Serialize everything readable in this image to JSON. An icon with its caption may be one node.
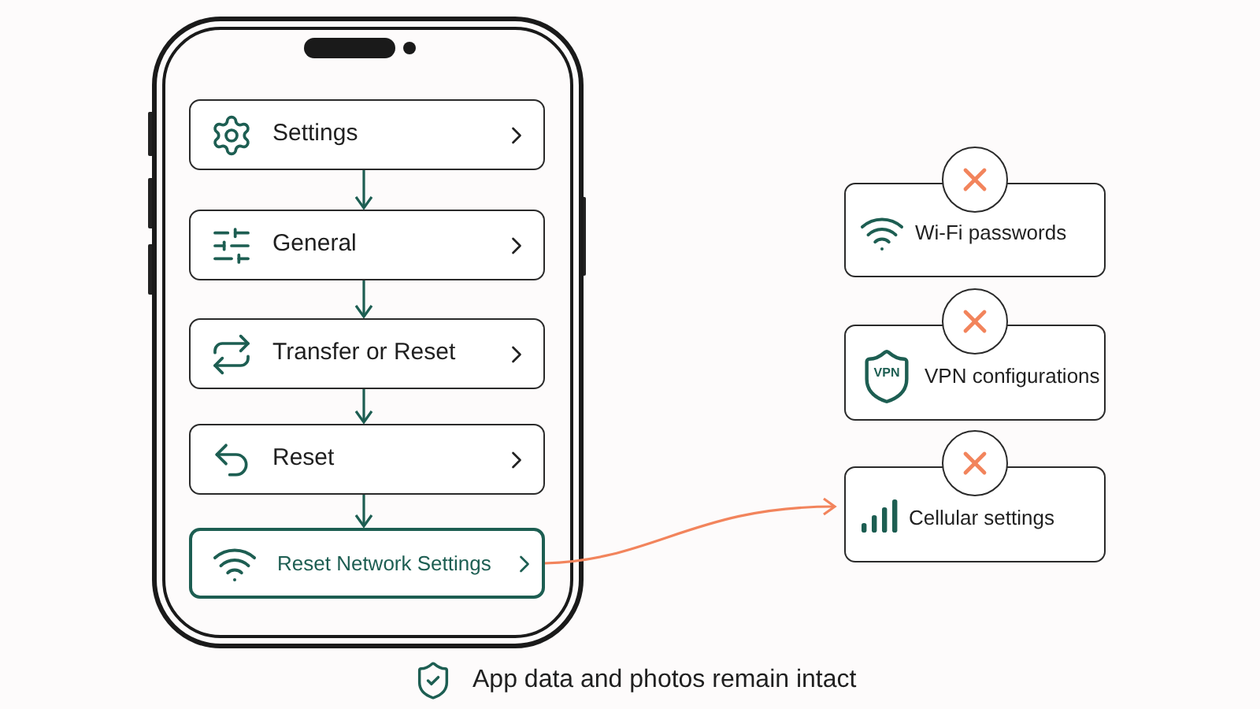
{
  "diagram": {
    "nodes": [
      {
        "text": [
          "Settings"
        ]
      },
      {
        "text": [
          "General"
        ]
      },
      {
        "text": [
          "Transfer or Reset"
        ]
      },
      {
        "text": [
          "Reset"
        ]
      },
      {
        "text": [
          "Reset Network Settings"
        ]
      },
      {
        "text": [
          "Wi-Fi passwords"
        ]
      },
      {
        "text": [
          "VPN configurations"
        ]
      },
      {
        "text": [
          "Cellular settings"
        ]
      }
    ],
    "edges": [
      {
        "from": 0,
        "to": 1,
        "arrow": "to"
      },
      {
        "from": 1,
        "to": 2,
        "arrow": "to"
      },
      {
        "from": 2,
        "to": 3,
        "arrow": "to"
      },
      {
        "from": 3,
        "to": 4,
        "arrow": "to"
      },
      {
        "from": 4,
        "to": 7,
        "arrow": "to",
        "color": "#f2845c"
      }
    ],
    "labels": [
      "VPN",
      "App data and photos remain intact"
    ]
  }
}
